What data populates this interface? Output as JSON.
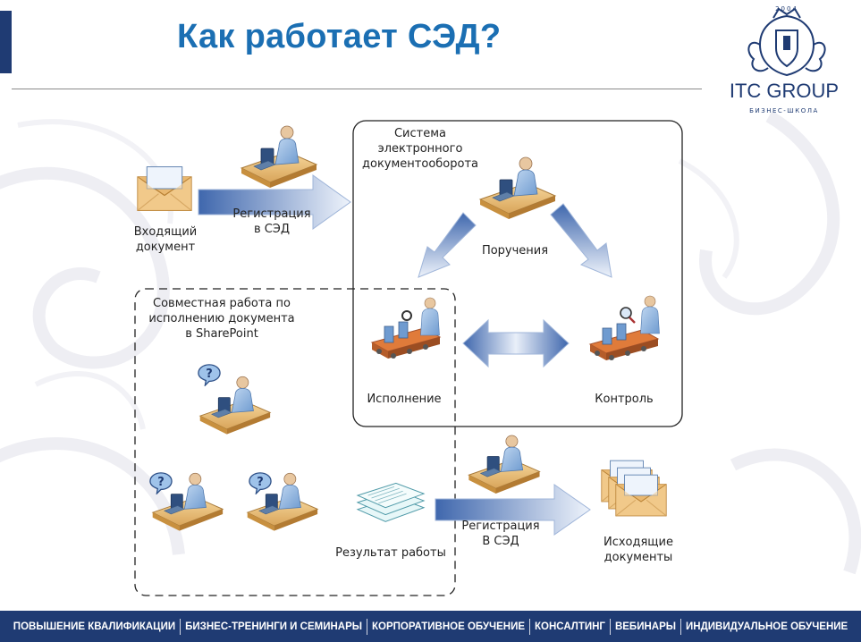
{
  "title": "Как работает СЭД?",
  "logo": {
    "brand": "ITC GROUP",
    "subtitle": "БИЗНЕС-ШКОЛА",
    "year": "2004"
  },
  "diagram": {
    "incoming_document": "Входящий\nдокумент",
    "registration_in": "Регистрация\nв СЭД",
    "system_box": "Система\nэлектронного\nдокументооборота",
    "orders": "Поручения",
    "execution": "Исполнение",
    "control": "Контроль",
    "collaboration_box": "Совместная работа по\nисполнению документа\nв SharePoint",
    "work_result": "Результат работы",
    "registration_out": "Регистрация\nВ СЭД",
    "outgoing_documents": "Исходящие\nдокументы"
  },
  "footer": {
    "items": [
      "ПОВЫШЕНИЕ КВАЛИФИКАЦИИ",
      "БИЗНЕС-ТРЕНИНГИ И СЕМИНАРЫ",
      "КОРПОРАТИВНОЕ ОБУЧЕНИЕ",
      "КОНСАЛТИНГ",
      "ВЕБИНАРЫ",
      "ИНДИВИДУАЛЬНОЕ ОБУЧЕНИЕ"
    ]
  },
  "colors": {
    "brand_blue": "#1b6fb3",
    "navy": "#1f3b73",
    "arrow_blue": "#6f8fc8",
    "envelope": "#e9b870",
    "person": "#8fb5e0"
  }
}
